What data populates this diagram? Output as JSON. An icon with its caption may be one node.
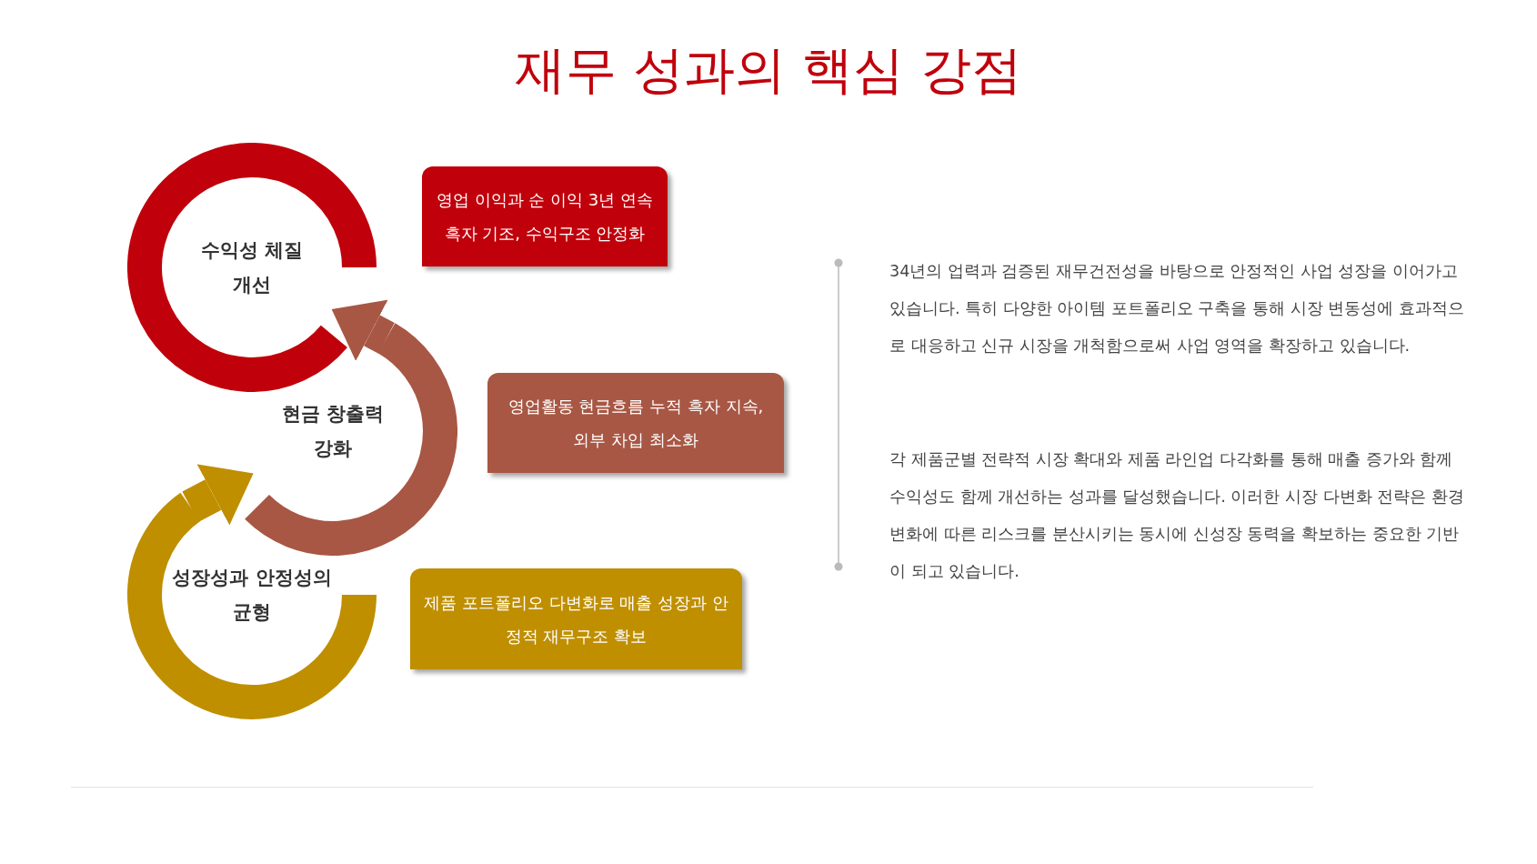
{
  "diagram": {
    "title": "재무 성과의 핵심 강점",
    "nodes": [
      {
        "text": [
          "수익성 체질 개선"
        ]
      },
      {
        "text": [
          "영업 이익과 순 이익 3년 연속 흑자 기조, 수익구조 안정화"
        ]
      },
      {
        "text": [
          "현금 창출력 강화"
        ]
      },
      {
        "text": [
          "영업활동 현금흐름 누적 흑자 지속, 외부 차입 최소화"
        ]
      },
      {
        "text": [
          "성장성과 안정성의 균형"
        ]
      },
      {
        "text": [
          "제품 포트폴리오 다변화로 매출 성장과 안정적 재무구조 확보"
        ]
      }
    ],
    "edges": [
      {
        "from": 2,
        "to": 0,
        "arrow": "to",
        "color": "#a85744"
      },
      {
        "from": 4,
        "to": 2,
        "arrow": "to",
        "color": "#bf8f00"
      }
    ],
    "labels": [
      "34년의 업력과 검증된 재무건전성을 바탕으로 안정적인 사업 성장을 이어가고 있습니다. 특히 다양한 아이템 포트폴리오 구축을 통해 시장 변동성에 효과적으로 대응하고 신규 시장을 개척함으로써 사업 영역을 확장하고 있습니다.",
      "각 제품군별 전략적 시장 확대와 제품 라인업 다각화를 통해 매출 증가와 함께 수익성도 함께 개선하는 성과를 달성했습니다. 이러한 시장 다변화 전략은 환경 변화에 따른 리스크를 분산시키는 동시에 신성장 동력을 확보하는 중요한 기반이 되고 있습니다."
    ]
  }
}
